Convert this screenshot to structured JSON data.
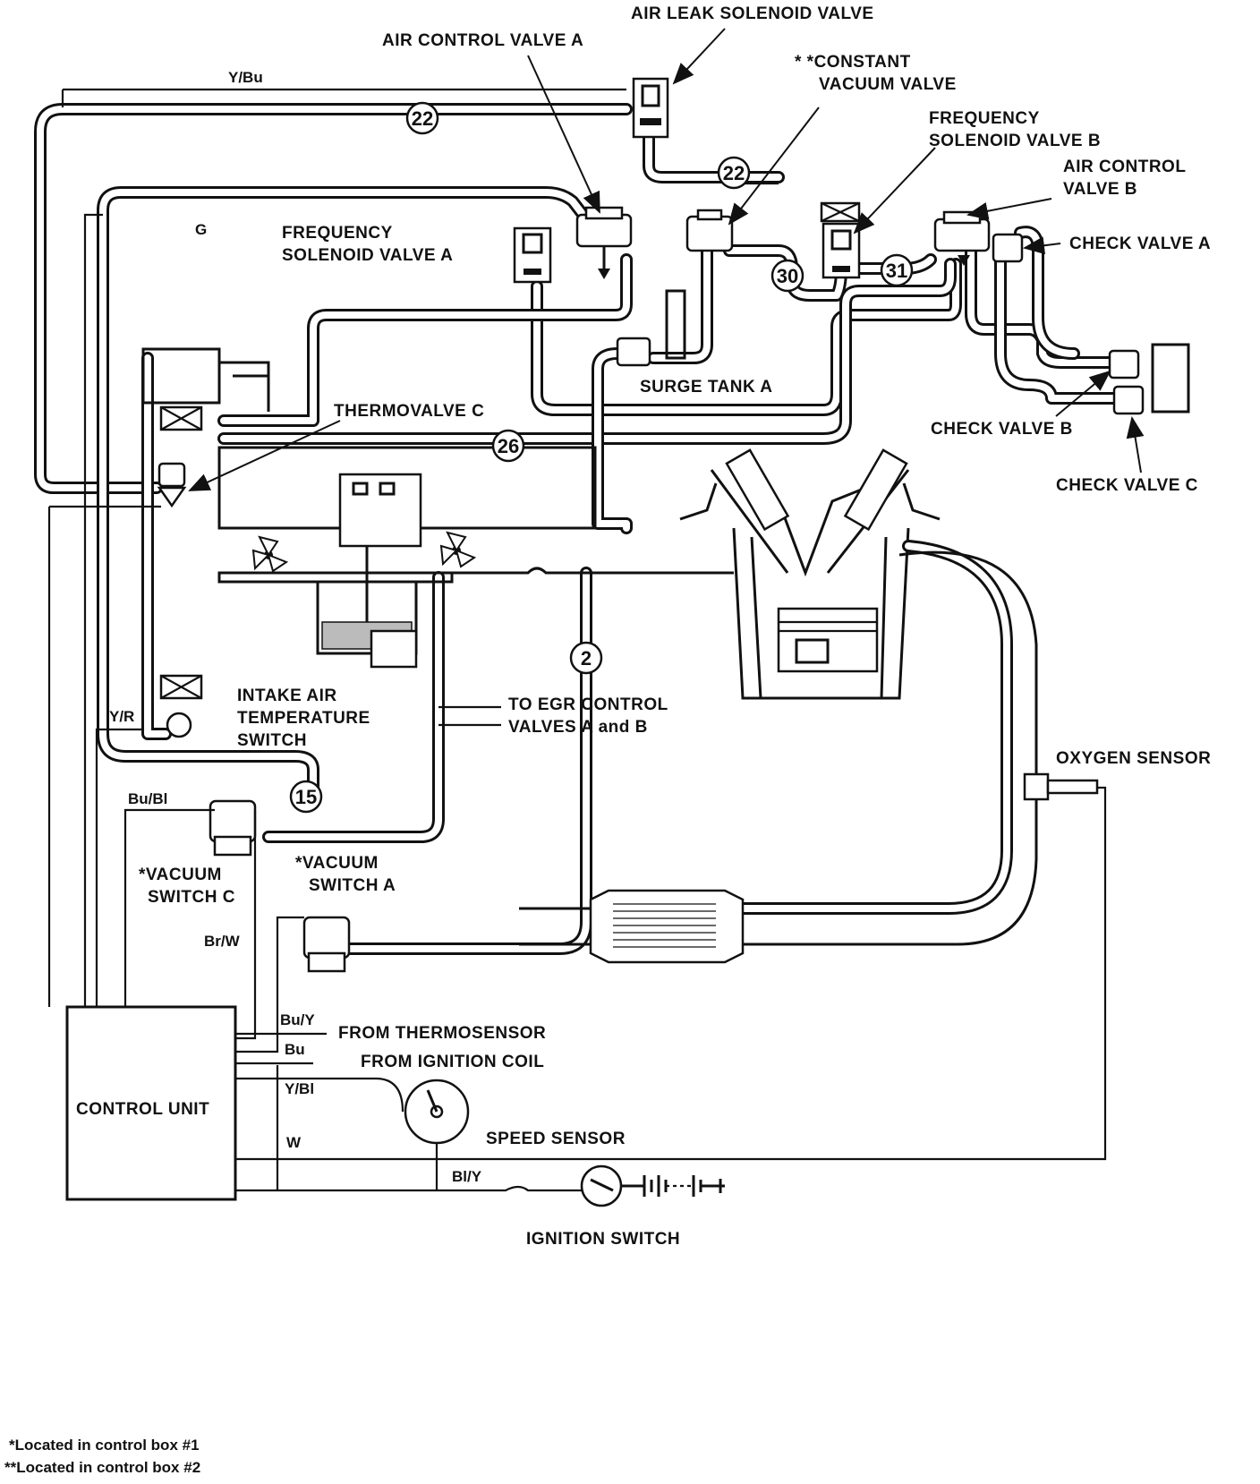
{
  "labels": {
    "air_leak_solenoid_valve": "AIR LEAK SOLENOID VALVE",
    "air_control_valve_a": "AIR CONTROL VALVE A",
    "constant_vacuum_valve_1": "* *CONSTANT",
    "constant_vacuum_valve_2": "VACUUM VALVE",
    "frequency_solenoid_valve_b_1": "FREQUENCY",
    "frequency_solenoid_valve_b_2": "SOLENOID VALVE B",
    "air_control_valve_b_1": "AIR CONTROL",
    "air_control_valve_b_2": "VALVE B",
    "check_valve_a": "CHECK VALVE A",
    "frequency_solenoid_valve_a_1": "FREQUENCY",
    "frequency_solenoid_valve_a_2": "SOLENOID VALVE A",
    "surge_tank_a": "SURGE TANK A",
    "thermovalve_c": "THERMOVALVE C",
    "check_valve_b": "CHECK VALVE B",
    "check_valve_c": "CHECK VALVE C",
    "intake_air_temp_1": "INTAKE AIR",
    "intake_air_temp_2": "TEMPERATURE",
    "intake_air_temp_3": "SWITCH",
    "to_egr_1": "TO EGR CONTROL",
    "to_egr_2": "VALVES A and B",
    "oxygen_sensor": "OXYGEN SENSOR",
    "vacuum_switch_c_1": "*VACUUM",
    "vacuum_switch_c_2": "SWITCH C",
    "vacuum_switch_a_1": "*VACUUM",
    "vacuum_switch_a_2": "SWITCH A",
    "from_thermosensor": "FROM THERMOSENSOR",
    "from_ignition_coil": "FROM IGNITION COIL",
    "control_unit": "CONTROL UNIT",
    "speed_sensor": "SPEED SENSOR",
    "ignition_switch": "IGNITION SWITCH"
  },
  "wires": {
    "y_bu": "Y/Bu",
    "g": "G",
    "y_r": "Y/R",
    "bu_bl": "Bu/Bl",
    "br_w": "Br/W",
    "bu_y": "Bu/Y",
    "bu": "Bu",
    "y_bl": "Y/Bl",
    "w": "W",
    "bl_y": "Bl/Y"
  },
  "hose_numbers": {
    "h22a": "22",
    "h22b": "22",
    "h30": "30",
    "h31": "31",
    "h26": "26",
    "h2": "2",
    "h15": "15"
  },
  "footnotes": {
    "note1": "*Located in control box #1",
    "note2": "**Located in control box #2"
  }
}
